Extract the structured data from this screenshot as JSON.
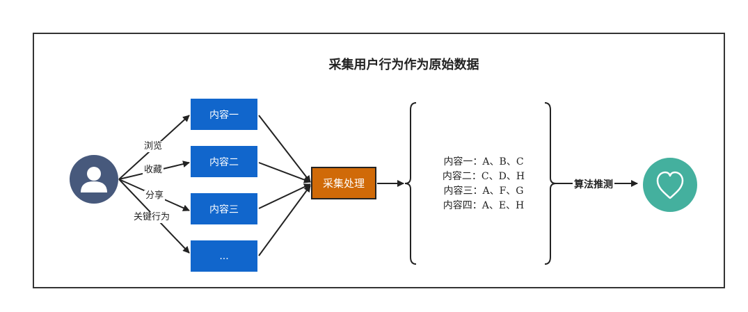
{
  "title": "采集用户行为作为原始数据",
  "actions": [
    "浏览",
    "收藏",
    "分享",
    "关键行为"
  ],
  "contents": [
    "内容一",
    "内容二",
    "内容三",
    "..."
  ],
  "process": "采集处理",
  "results": [
    "内容一：A、B、C",
    "内容二：C、D、H",
    "内容三：A、F、G",
    "内容四：A、E、H"
  ],
  "algorithm": "算法推测",
  "colors": {
    "content_box": "#1166cc",
    "process_box": "#d06a08",
    "user_circle": "#47597c",
    "heart_circle": "#44b09e"
  },
  "icons": {
    "user": "user-icon",
    "result": "heart-icon"
  }
}
